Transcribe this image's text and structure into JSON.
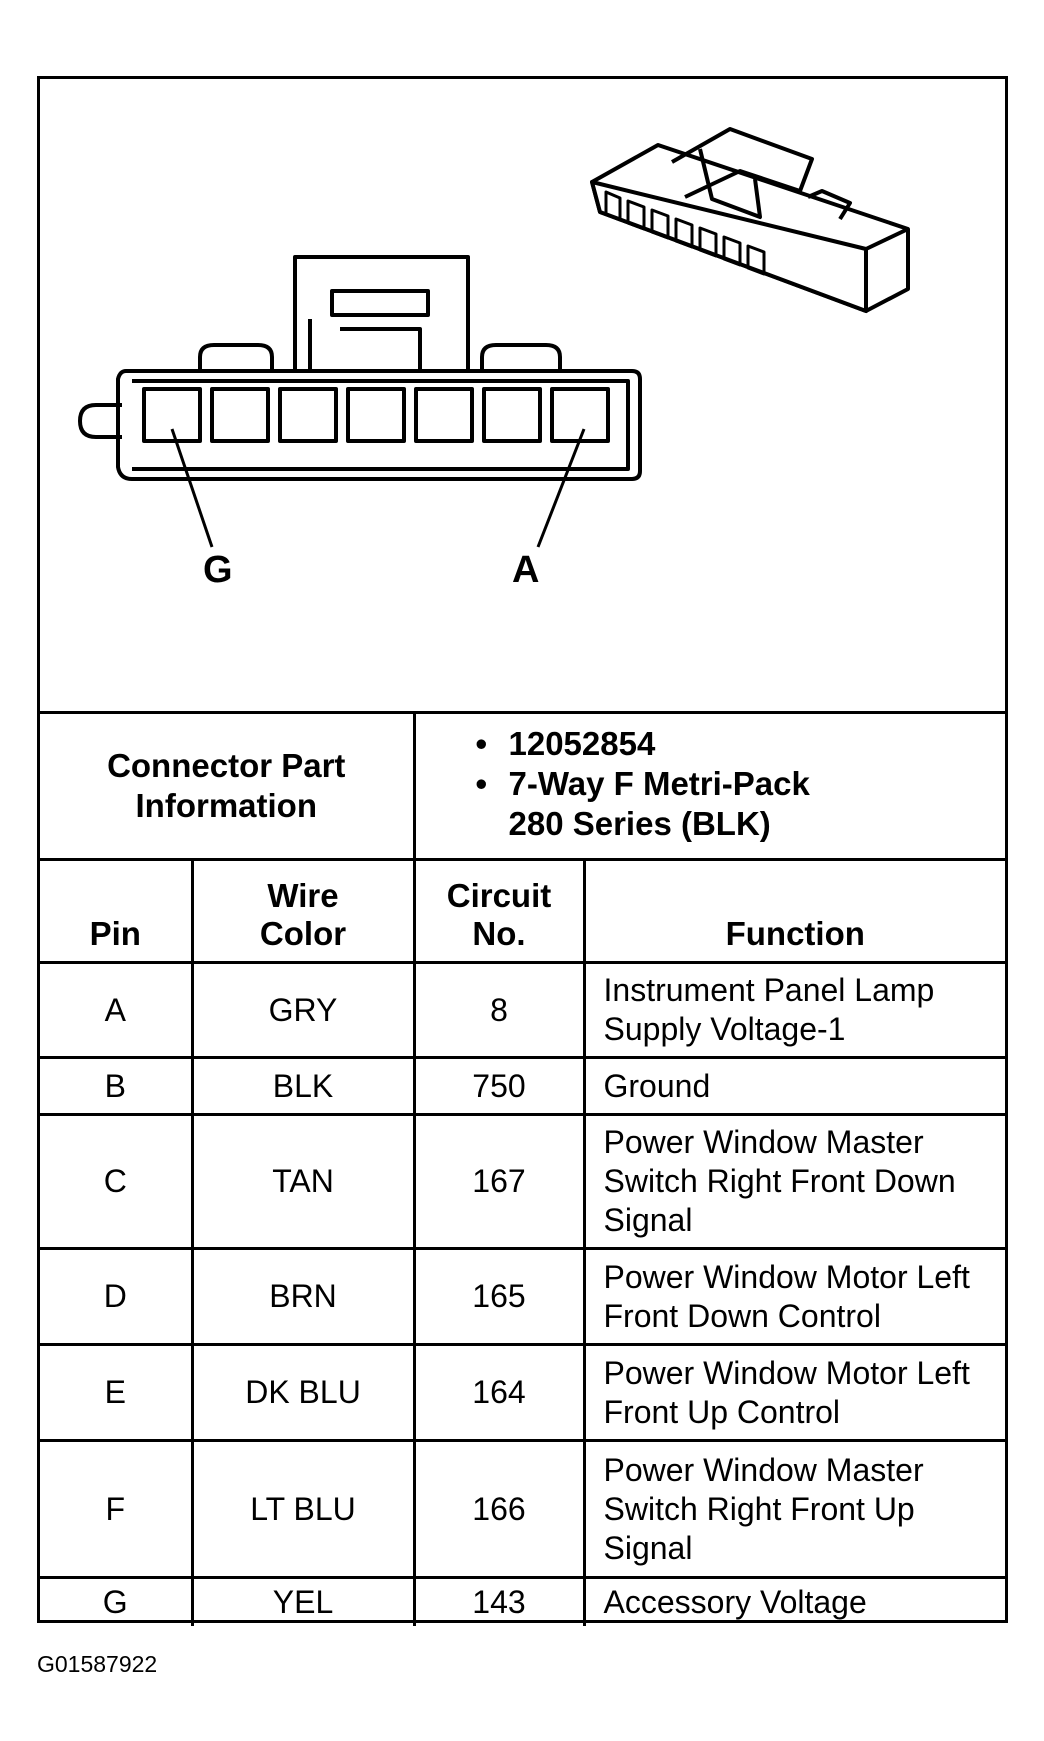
{
  "diagram": {
    "labels": {
      "left_pin": "G",
      "right_pin": "A"
    }
  },
  "connector_info": {
    "heading": "Connector Part Information",
    "items": [
      "12052854",
      "7-Way F Metri-Pack",
      "280 Series (BLK)"
    ]
  },
  "table": {
    "headers": {
      "pin": "Pin",
      "wire_color": "Wire Color",
      "circuit_no": "Circuit No.",
      "function": "Function"
    },
    "rows": [
      {
        "pin": "A",
        "wire_color": "GRY",
        "circuit": "8",
        "function": "Instrument Panel Lamp Supply Voltage-1"
      },
      {
        "pin": "B",
        "wire_color": "BLK",
        "circuit": "750",
        "function": "Ground"
      },
      {
        "pin": "C",
        "wire_color": "TAN",
        "circuit": "167",
        "function": "Power Window Master Switch Right Front Down Signal"
      },
      {
        "pin": "D",
        "wire_color": "BRN",
        "circuit": "165",
        "function": "Power Window Motor Left Front Down Control"
      },
      {
        "pin": "E",
        "wire_color": "DK BLU",
        "circuit": "164",
        "function": "Power Window Motor Left Front Up Control"
      },
      {
        "pin": "F",
        "wire_color": "LT BLU",
        "circuit": "166",
        "function": "Power Window Master Switch Right Front Up Signal"
      },
      {
        "pin": "G",
        "wire_color": "YEL",
        "circuit": "143",
        "function": "Accessory Voltage"
      }
    ]
  },
  "footer": {
    "figure_id": "G01587922"
  }
}
